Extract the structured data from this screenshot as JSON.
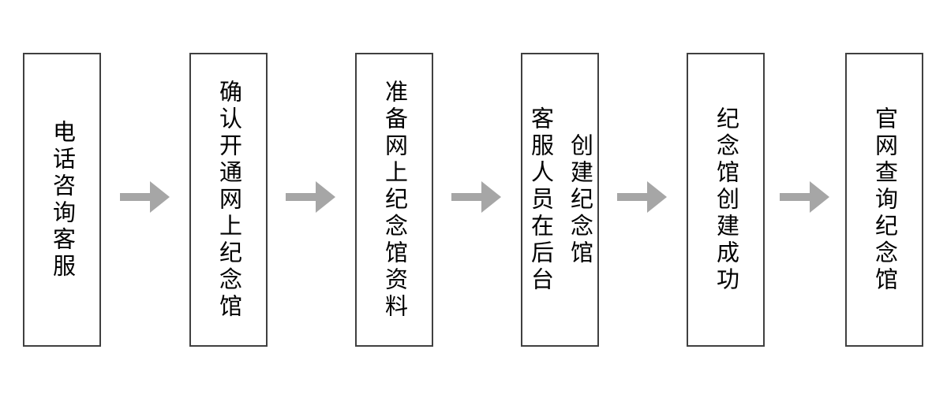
{
  "diagram": {
    "type": "flowchart",
    "direction": "left-to-right",
    "text_orientation": "vertical",
    "steps": [
      {
        "label": "电话咨询客服"
      },
      {
        "label": "确认开通网上纪念馆"
      },
      {
        "label": "准备网上纪念馆资料"
      },
      {
        "label": "客服人员在后台\n创建纪念馆"
      },
      {
        "label": "纪念馆创建成功"
      },
      {
        "label": "官网查询纪念馆"
      }
    ],
    "connector_icon": "right-arrow",
    "connector_count": 5,
    "colors": {
      "background": "#ffffff",
      "box_border": "#404040",
      "box_fill": "#ffffff",
      "text": "#000000",
      "arrow": "#a6a6a6"
    }
  }
}
